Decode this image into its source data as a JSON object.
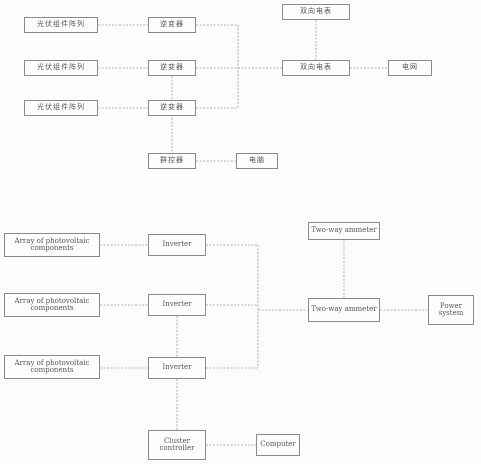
{
  "top_diagram": {
    "pv_array_1": "光伏组件阵列",
    "pv_array_2": "光伏组件阵列",
    "pv_array_3": "光伏组件阵列",
    "inverter_1": "逆变器",
    "inverter_2": "逆变器",
    "inverter_3": "逆变器",
    "meter_upper": "双向电表",
    "meter_lower": "双向电表",
    "grid": "电网",
    "cluster_controller": "群控器",
    "computer": "电脑"
  },
  "bottom_diagram": {
    "pv_array_1": "Array of photovoltaic\ncomponents",
    "pv_array_2": "Array of photovoltaic\ncomponents",
    "pv_array_3": "Array of photovoltaic\ncomponents",
    "inverter_1": "Inverter",
    "inverter_2": "Inverter",
    "inverter_3": "Inverter",
    "meter_upper": "Two-way ammeter",
    "meter_lower": "Two-way ammeter",
    "power_system": "Power\nsystem",
    "cluster_controller": "Cluster\ncontroller",
    "computer": "Computer"
  }
}
